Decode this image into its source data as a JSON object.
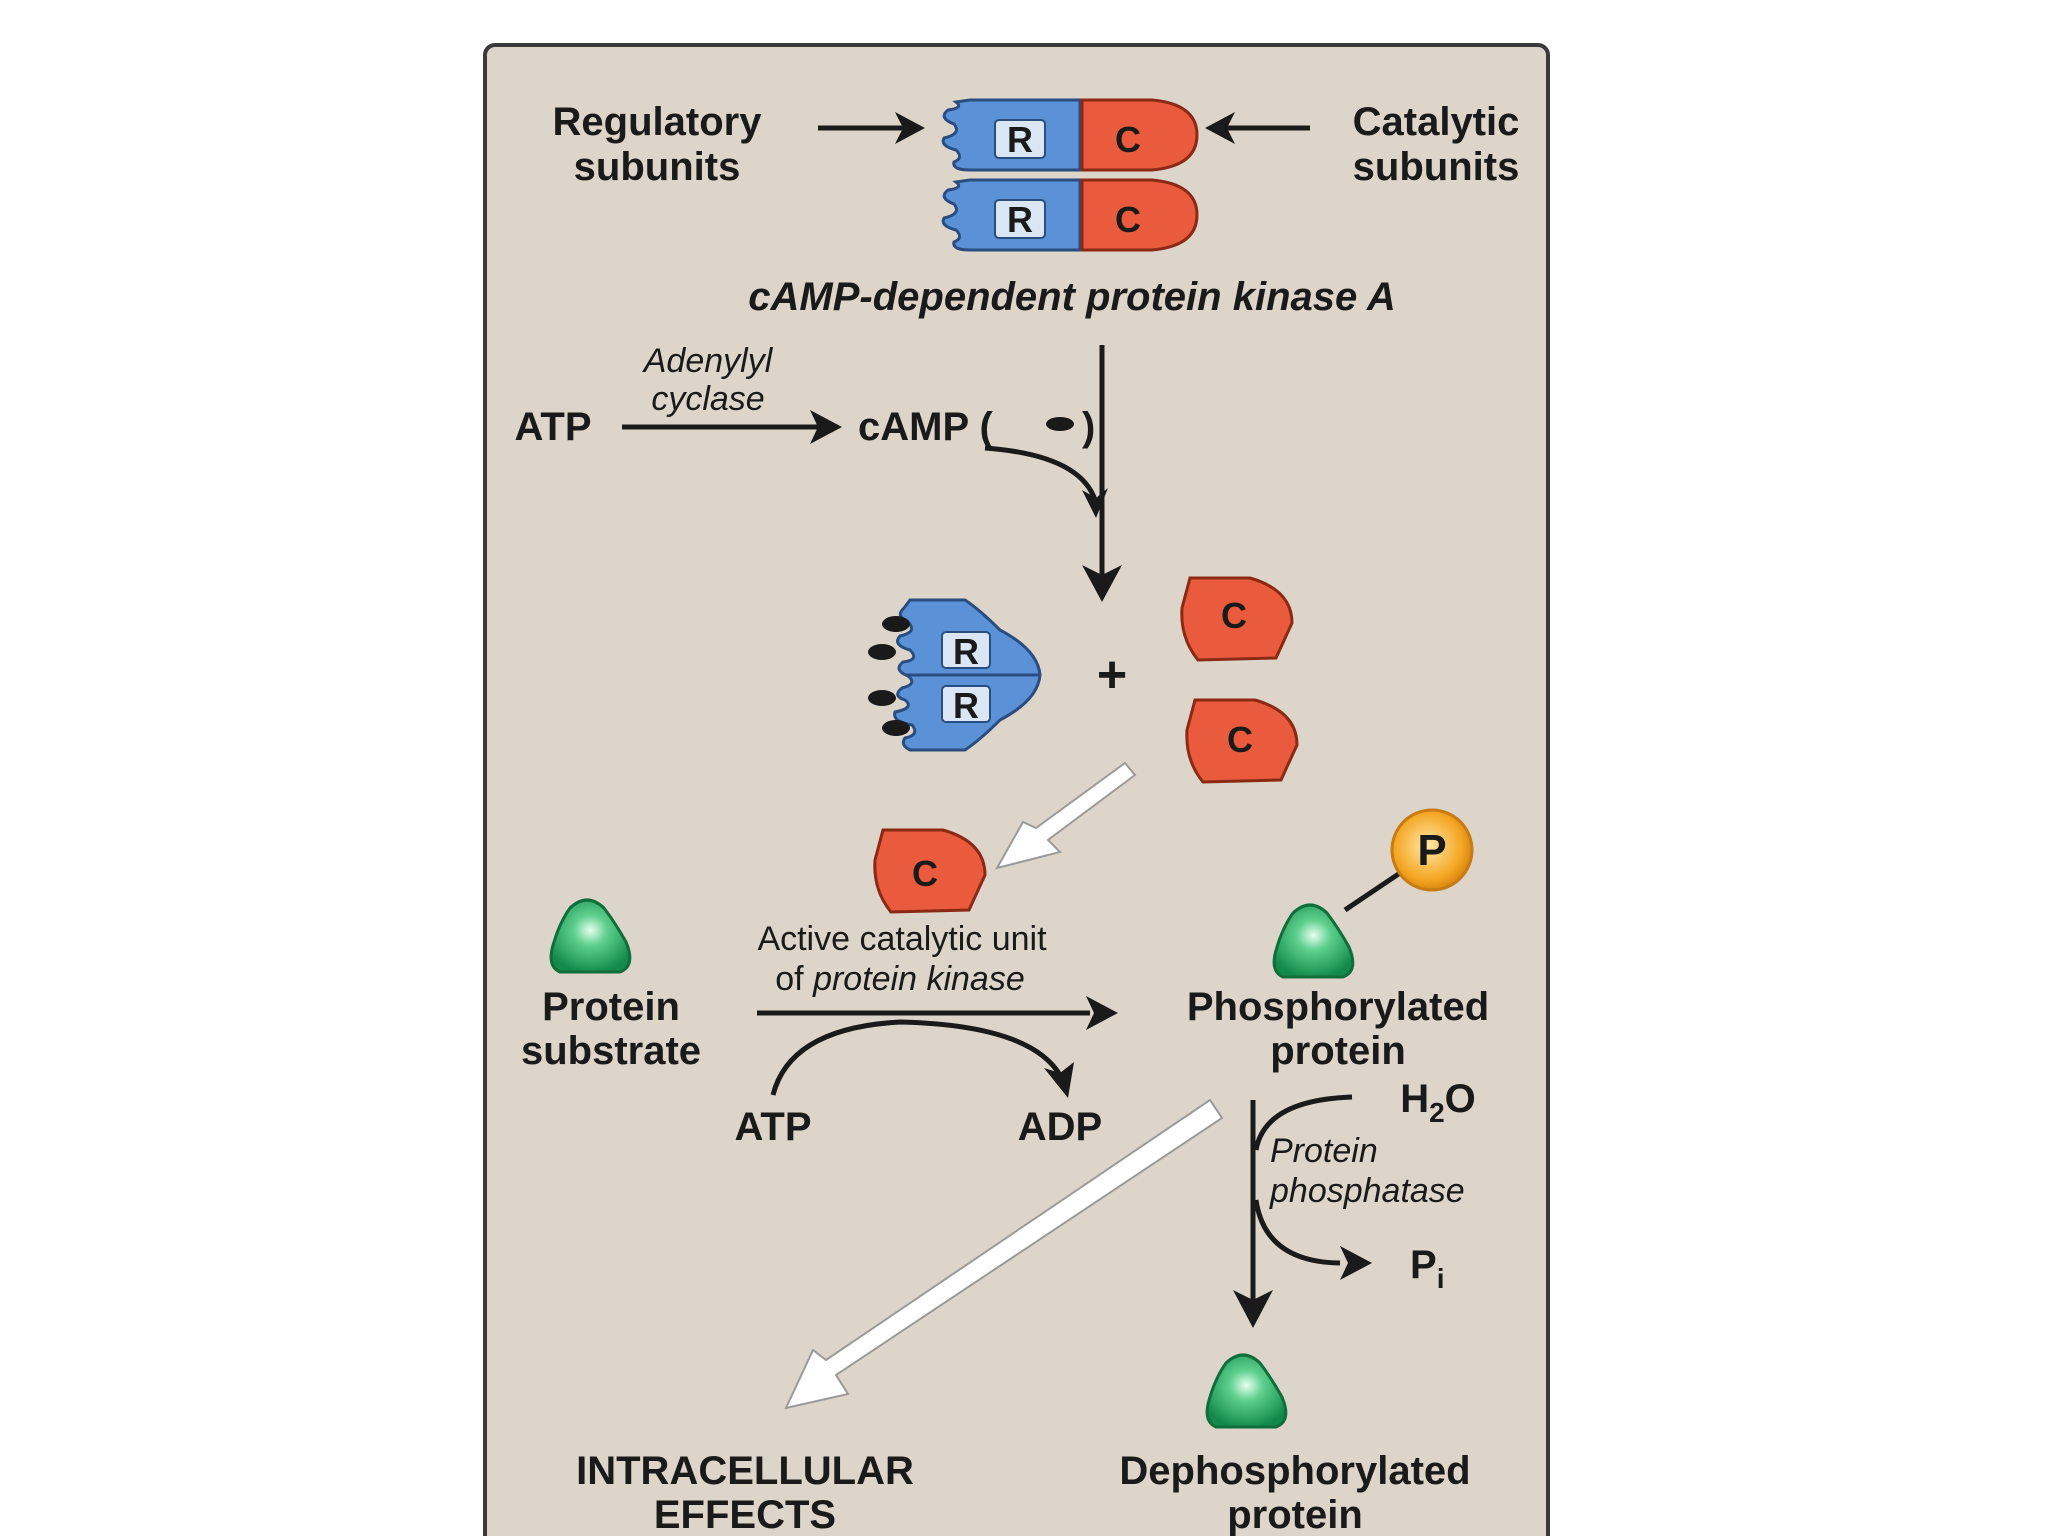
{
  "colors": {
    "panel_bg": "#ddd5ca",
    "panel_border": "#3a3a3a",
    "regulatory": "#5b91d6",
    "catalytic": "#ea5a3c",
    "protein": "#1f9e5c",
    "phosphate": "#f5a623",
    "ink": "#1a1a1a"
  },
  "labels": {
    "regulatory": [
      "Regulatory",
      "subunits"
    ],
    "catalytic": [
      "Catalytic",
      "subunits"
    ],
    "kinase_title": "cAMP-dependent protein kinase A",
    "adenylyl": [
      "Adenylyl",
      "cyclase"
    ],
    "atp_top": "ATP",
    "camp": "cAMP (",
    "camp_close": ")",
    "plus": "+",
    "active_unit_line1": "Active catalytic unit",
    "active_unit_of": "of ",
    "active_unit_italic": "protein kinase",
    "protein_substrate": [
      "Protein",
      "substrate"
    ],
    "phosphorylated": [
      "Phosphorylated",
      "protein"
    ],
    "atp_bottom": "ATP",
    "adp": "ADP",
    "water_h": "H",
    "water_sub": "2",
    "water_o": "O",
    "phosphatase": [
      "Protein",
      "phosphatase"
    ],
    "pi_p": "P",
    "pi_sub": "i",
    "intracellular": [
      "INTRACELLULAR",
      "EFFECTS"
    ],
    "dephosphorylated": [
      "Dephosphorylated",
      "protein"
    ]
  },
  "subunits": {
    "regulatory_letter": "R",
    "catalytic_letter": "C",
    "phosphate_letter": "P"
  },
  "icons": [
    "regulatory-subunit-icon",
    "catalytic-subunit-icon",
    "camp-molecule-icon",
    "protein-icon",
    "phosphate-icon",
    "arrow-icon",
    "hollow-arrow-icon"
  ]
}
